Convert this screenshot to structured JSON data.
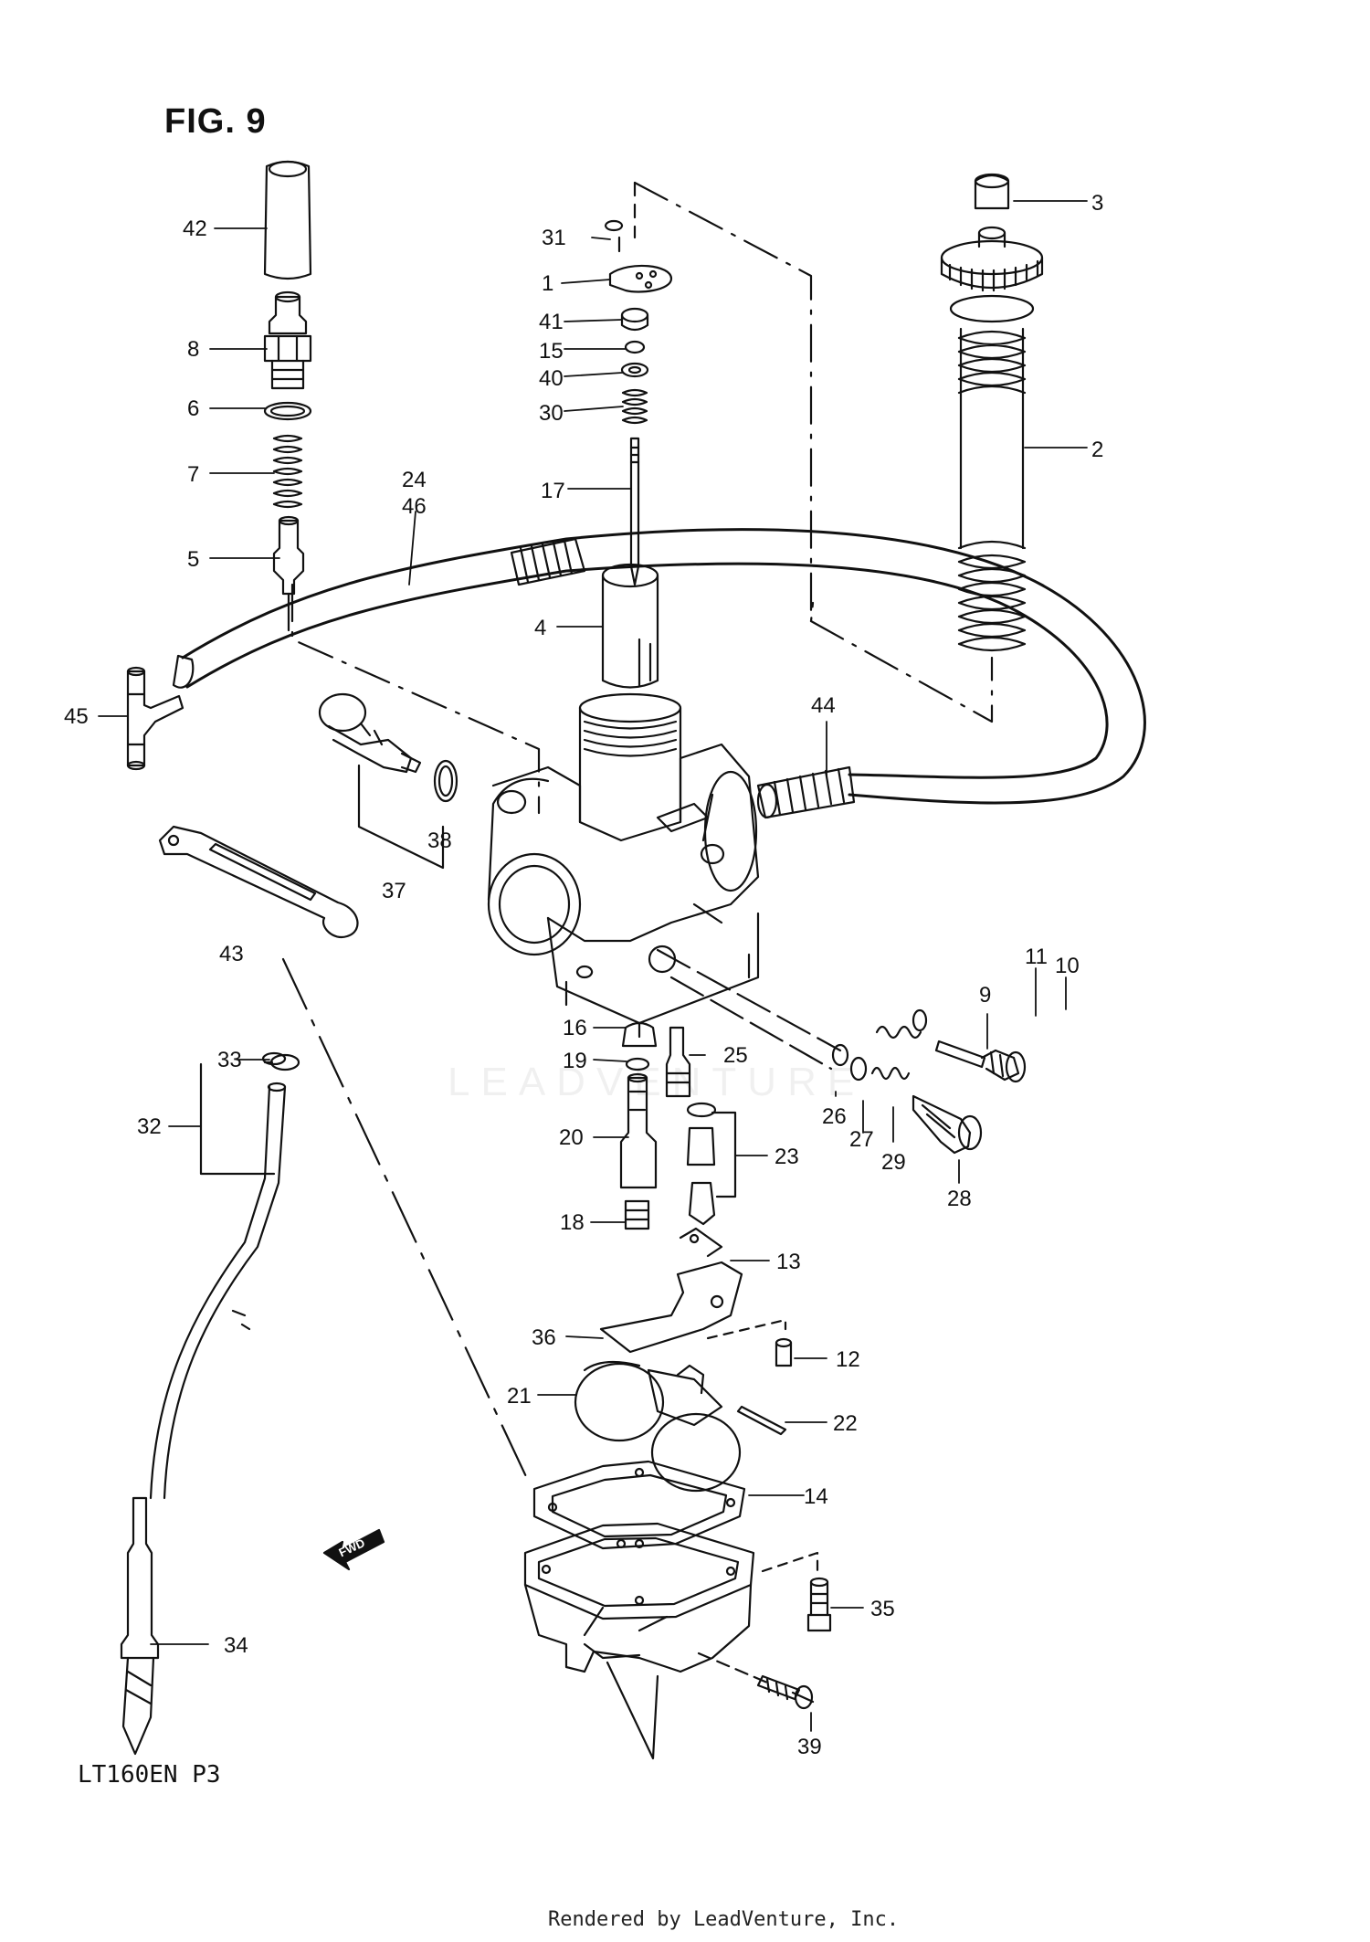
{
  "figure": {
    "title": "FIG. 9",
    "model_code": "LT160EN  P3",
    "watermark": "LEADVENTURE",
    "footer": "Rendered by LeadVenture, Inc.",
    "fwd_label": "FWD"
  },
  "callouts": [
    {
      "id": "c42",
      "label": "42"
    },
    {
      "id": "c8",
      "label": "8"
    },
    {
      "id": "c6",
      "label": "6"
    },
    {
      "id": "c7",
      "label": "7"
    },
    {
      "id": "c5",
      "label": "5"
    },
    {
      "id": "c24",
      "label": "24"
    },
    {
      "id": "c46",
      "label": "46"
    },
    {
      "id": "c45",
      "label": "45"
    },
    {
      "id": "c31",
      "label": "31"
    },
    {
      "id": "c1",
      "label": "1"
    },
    {
      "id": "c41",
      "label": "41"
    },
    {
      "id": "c15",
      "label": "15"
    },
    {
      "id": "c40",
      "label": "40"
    },
    {
      "id": "c30",
      "label": "30"
    },
    {
      "id": "c17",
      "label": "17"
    },
    {
      "id": "c4",
      "label": "4"
    },
    {
      "id": "c3",
      "label": "3"
    },
    {
      "id": "c2",
      "label": "2"
    },
    {
      "id": "c44",
      "label": "44"
    },
    {
      "id": "c38",
      "label": "38"
    },
    {
      "id": "c37",
      "label": "37"
    },
    {
      "id": "c43",
      "label": "43"
    },
    {
      "id": "c11",
      "label": "11"
    },
    {
      "id": "c10",
      "label": "10"
    },
    {
      "id": "c9",
      "label": "9"
    },
    {
      "id": "c16",
      "label": "16"
    },
    {
      "id": "c19",
      "label": "19"
    },
    {
      "id": "c25",
      "label": "25"
    },
    {
      "id": "c26",
      "label": "26"
    },
    {
      "id": "c27",
      "label": "27"
    },
    {
      "id": "c29",
      "label": "29"
    },
    {
      "id": "c28",
      "label": "28"
    },
    {
      "id": "c20",
      "label": "20"
    },
    {
      "id": "c23",
      "label": "23"
    },
    {
      "id": "c18",
      "label": "18"
    },
    {
      "id": "c13",
      "label": "13"
    },
    {
      "id": "c33",
      "label": "33"
    },
    {
      "id": "c32",
      "label": "32"
    },
    {
      "id": "c36",
      "label": "36"
    },
    {
      "id": "c12",
      "label": "12"
    },
    {
      "id": "c21",
      "label": "21"
    },
    {
      "id": "c22",
      "label": "22"
    },
    {
      "id": "c14",
      "label": "14"
    },
    {
      "id": "c35",
      "label": "35"
    },
    {
      "id": "c34",
      "label": "34"
    },
    {
      "id": "c39",
      "label": "39"
    }
  ]
}
